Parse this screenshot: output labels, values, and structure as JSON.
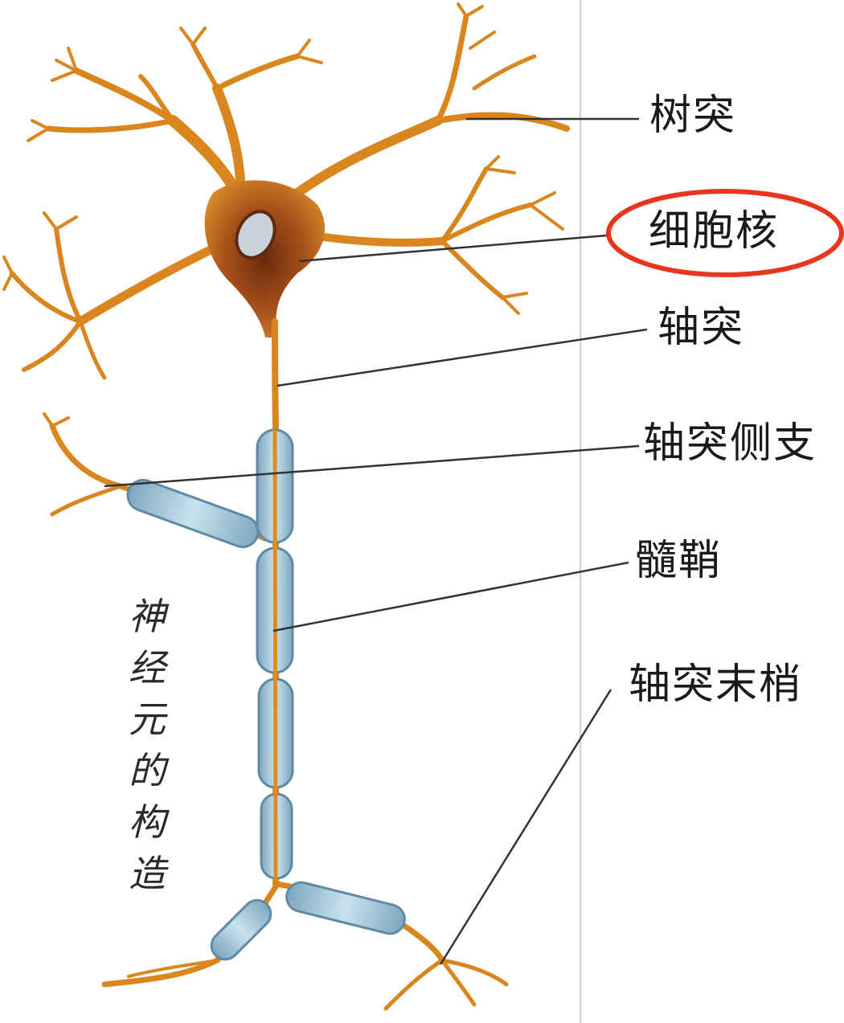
{
  "labels": {
    "dendrite": "树突",
    "nucleus": "细胞核",
    "axon": "轴突",
    "axon_collateral": "轴突侧支",
    "myelin_sheath": "髓鞘",
    "axon_terminal": "轴突末梢"
  },
  "caption": [
    "神",
    "经",
    "元",
    "的",
    "构",
    "造"
  ],
  "colors": {
    "neuron": "#d9861f",
    "neuron_dark": "#8a3a10",
    "myelin": "#9fc4d8",
    "highlight": "#e8361e",
    "leader_line": "#333333",
    "divider": "#c8c8c8"
  }
}
